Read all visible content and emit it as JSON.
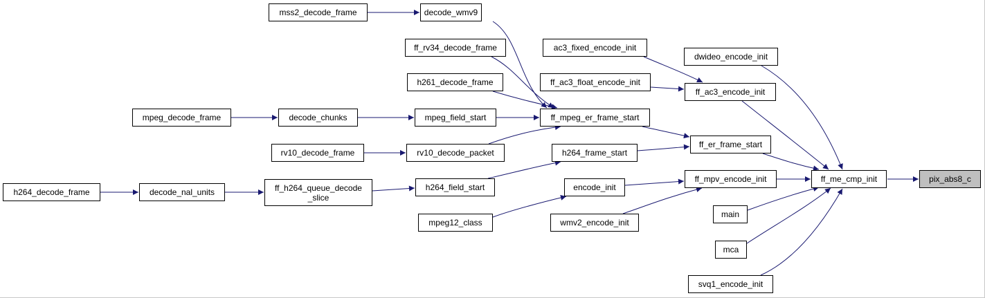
{
  "graph": {
    "colors": {
      "edge": "#191970",
      "border": "#000000",
      "root_fill": "#bfbfbf",
      "node_fill": "#ffffff"
    },
    "nodes": {
      "pix_abs8_c": "pix_abs8_c",
      "ff_me_cmp_init": "ff_me_cmp_init",
      "dwideo_encode_init": "dwideo_encode_init",
      "ff_ac3_encode_init": "ff_ac3_encode_init",
      "ff_er_frame_start": "ff_er_frame_start",
      "ff_mpv_encode_init": "ff_mpv_encode_init",
      "main": "main",
      "mca": "mca",
      "svq1_encode_init": "svq1_encode_init",
      "ac3_fixed_encode_init": "ac3_fixed_encode_init",
      "ff_ac3_float_encode_init": "ff_ac3_float_encode_init",
      "ff_mpeg_er_frame_start": "ff_mpeg_er_frame_start",
      "h264_frame_start": "h264_frame_start",
      "encode_init": "encode_init",
      "wmv2_encode_init": "wmv2_encode_init",
      "decode_wmv9": "decode_wmv9",
      "ff_rv34_decode_frame": "ff_rv34_decode_frame",
      "h261_decode_frame": "h261_decode_frame",
      "mpeg_field_start": "mpeg_field_start",
      "rv10_decode_packet": "rv10_decode_packet",
      "h264_field_start": "h264_field_start",
      "mpeg12_class": "mpeg12_class",
      "mss2_decode_frame": "mss2_decode_frame",
      "decode_chunks": "decode_chunks",
      "rv10_decode_frame": "rv10_decode_frame",
      "ff_h264_queue_decode_slice": "ff_h264_queue_decode\n_slice",
      "mpeg_decode_frame": "mpeg_decode_frame",
      "decode_nal_units": "decode_nal_units",
      "h264_decode_frame": "h264_decode_frame"
    }
  }
}
